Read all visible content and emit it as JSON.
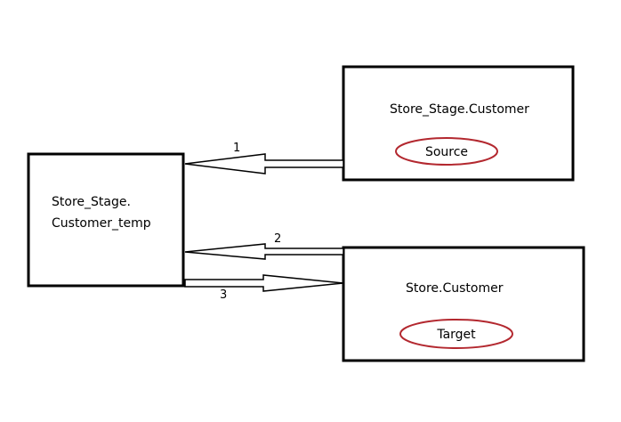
{
  "boxes": {
    "temp": {
      "line1": "Store_Stage.",
      "line2": "Customer_temp"
    },
    "source": {
      "title": "Store_Stage.Customer",
      "badge": "Source"
    },
    "target": {
      "title": "Store.Customer",
      "badge": "Target"
    }
  },
  "arrows": {
    "a1": {
      "label": "1"
    },
    "a2": {
      "label": "2"
    },
    "a3": {
      "label": "3"
    }
  },
  "colors": {
    "outline": "#000000",
    "badge_border": "#b3282f"
  }
}
